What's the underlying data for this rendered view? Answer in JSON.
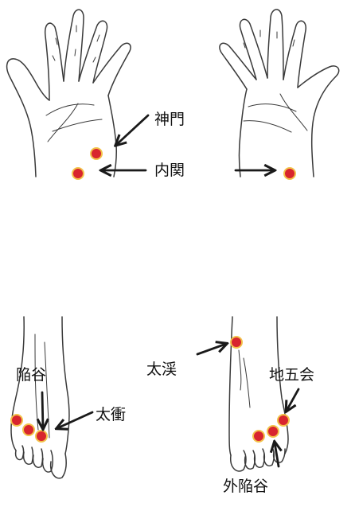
{
  "labels": {
    "shenmen": "神門",
    "neiguan": "内関",
    "xiangu": "陥谷",
    "taichong": "太衝",
    "taixi": "太渓",
    "diwuhui": "地五会",
    "waixiangu": "外陥谷"
  },
  "colors": {
    "point_fill": "#d8252e",
    "point_ring": "#f3c24a",
    "outline": "#3a3a3a",
    "arrow": "#1a1a1a"
  }
}
